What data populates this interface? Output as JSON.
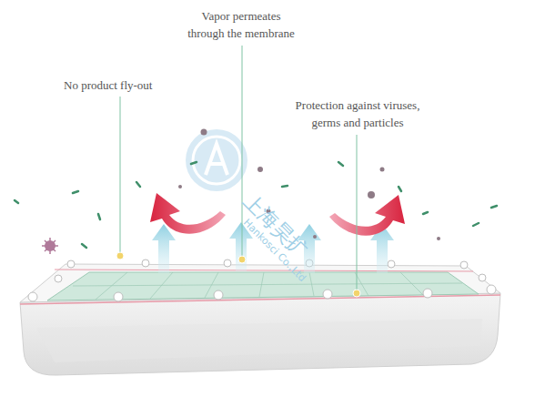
{
  "diagram": {
    "labels": [
      "No product fly-out",
      "Vapor permeates through the membrane",
      "Protection against viruses, germs and particles",
      "上海昊扩",
      "Hankosci Co.,Ltd"
    ]
  }
}
